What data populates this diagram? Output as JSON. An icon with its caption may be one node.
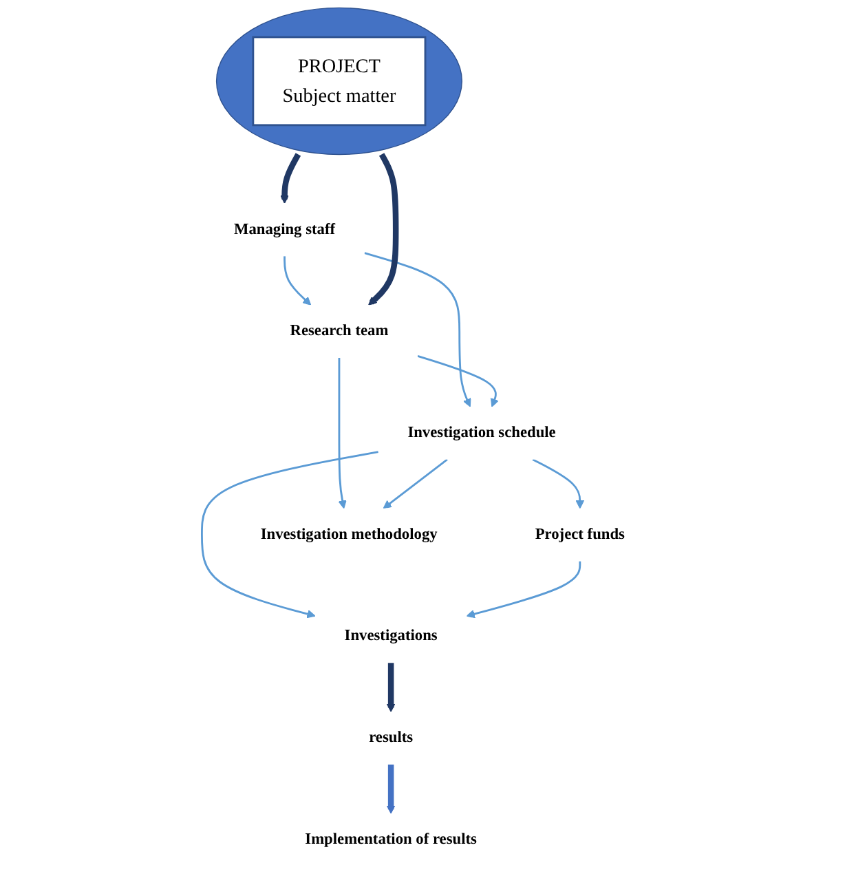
{
  "diagram": {
    "nodes": [
      {
        "text": [],
        "shape": "ellipse"
      },
      {
        "text": [
          "PROJECT",
          "Subject matter"
        ],
        "in": 0
      },
      {
        "text": [
          "Managing staff"
        ]
      },
      {
        "text": [
          "Research team"
        ]
      },
      {
        "text": [
          "Investigation schedule"
        ]
      },
      {
        "text": [
          "Project funds"
        ]
      },
      {
        "text": [
          "Investigation methodology"
        ]
      },
      {
        "text": [
          "Investigations"
        ]
      },
      {
        "text": [
          "results"
        ]
      },
      {
        "text": [
          "Implementation of results"
        ]
      }
    ],
    "edges": [
      {
        "from": 0,
        "to": 2,
        "arrow": "to",
        "style": "thick",
        "color": "#203864"
      },
      {
        "from": 0,
        "to": 3,
        "arrow": "to",
        "style": "thick",
        "color": "#203864"
      },
      {
        "from": 2,
        "to": 3,
        "arrow": "to"
      },
      {
        "from": 2,
        "to": 4,
        "arrow": "to"
      },
      {
        "from": 3,
        "to": 4,
        "arrow": "to"
      },
      {
        "from": 3,
        "to": 6,
        "arrow": "to"
      },
      {
        "from": 4,
        "to": 6,
        "arrow": "to"
      },
      {
        "from": 4,
        "to": 5,
        "arrow": "to"
      },
      {
        "from": 4,
        "to": 7,
        "arrow": "to"
      },
      {
        "from": 5,
        "to": 7,
        "arrow": "to"
      },
      {
        "from": 7,
        "to": 8,
        "arrow": "to",
        "style": "thick",
        "color": "#203864"
      },
      {
        "from": 8,
        "to": 9,
        "arrow": "to",
        "style": "thick",
        "color": "#4472c4"
      }
    ]
  }
}
